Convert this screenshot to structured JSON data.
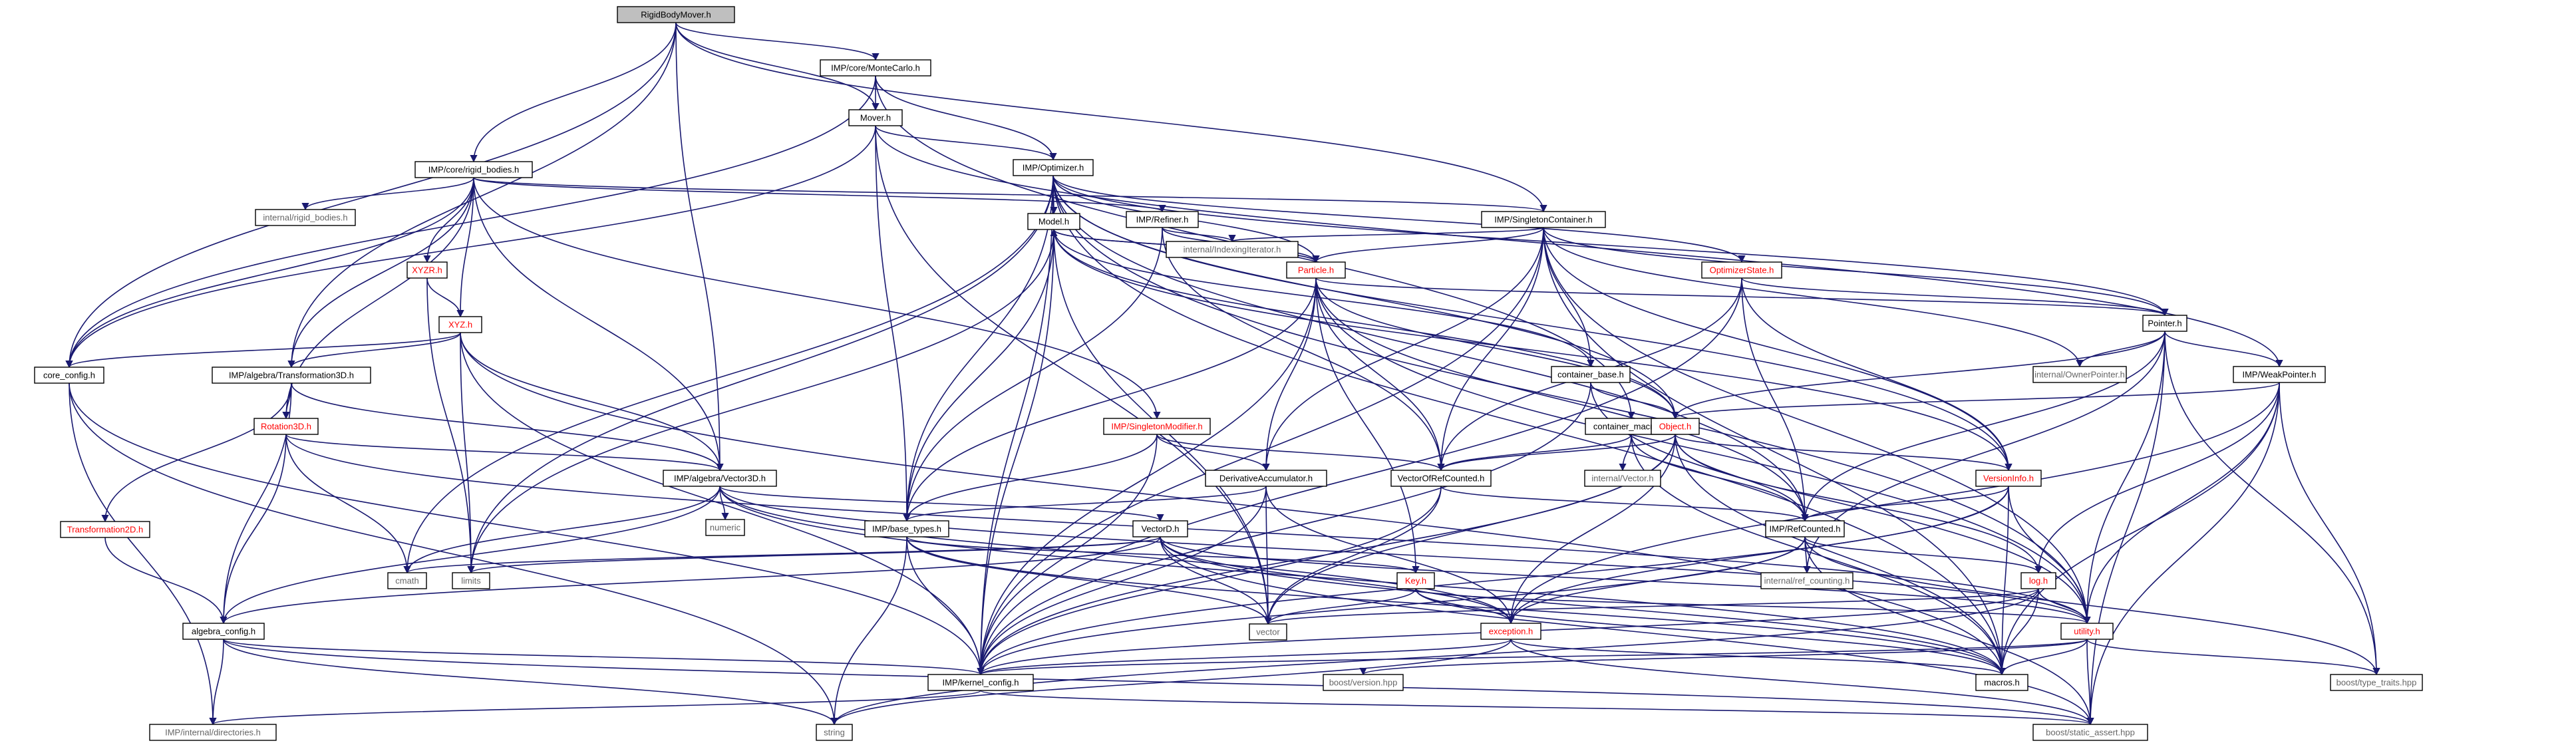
{
  "graph": {
    "colors": {
      "edge": "#191970",
      "root_fill": "#bfbfbf",
      "node_fill": "#ffffff",
      "text": "#000000",
      "red_text": "#ff0000",
      "external_border": "#bfbfbf",
      "external_text": "#666666"
    },
    "nodes": [
      {
        "id": "root",
        "label": "RigidBodyMover.h",
        "style": "root"
      },
      {
        "id": "montecarlo",
        "label": "IMP/core/MonteCarlo.h",
        "style": "normal"
      },
      {
        "id": "mover",
        "label": "Mover.h",
        "style": "normal"
      },
      {
        "id": "rigid_bodies",
        "label": "IMP/core/rigid_bodies.h",
        "style": "normal"
      },
      {
        "id": "optimizer",
        "label": "IMP/Optimizer.h",
        "style": "normal"
      },
      {
        "id": "internal_rigid",
        "label": "internal/rigid_bodies.h",
        "style": "external"
      },
      {
        "id": "xyzr",
        "label": "XYZR.h",
        "style": "red"
      },
      {
        "id": "xyz",
        "label": "XYZ.h",
        "style": "red"
      },
      {
        "id": "model",
        "label": "Model.h",
        "style": "normal"
      },
      {
        "id": "refiner",
        "label": "IMP/Refiner.h",
        "style": "normal"
      },
      {
        "id": "singleton_container",
        "label": "IMP/SingletonContainer.h",
        "style": "normal"
      },
      {
        "id": "indexing_iter",
        "label": "internal/IndexingIterator.h",
        "style": "external"
      },
      {
        "id": "particle",
        "label": "Particle.h",
        "style": "red"
      },
      {
        "id": "optimizer_state",
        "label": "OptimizerState.h",
        "style": "red"
      },
      {
        "id": "core_config",
        "label": "core_config.h",
        "style": "normal"
      },
      {
        "id": "transformation3d",
        "label": "IMP/algebra/Transformation3D.h",
        "style": "normal"
      },
      {
        "id": "rotation3d",
        "label": "Rotation3D.h",
        "style": "red"
      },
      {
        "id": "transformation2d",
        "label": "Transformation2D.h",
        "style": "red"
      },
      {
        "id": "algebra_config",
        "label": "algebra_config.h",
        "style": "normal"
      },
      {
        "id": "internal_directories",
        "label": "IMP/internal/directories.h",
        "style": "external"
      },
      {
        "id": "singleton_modifier",
        "label": "IMP/SingletonModifier.h",
        "style": "red"
      },
      {
        "id": "vector3d",
        "label": "IMP/algebra/Vector3D.h",
        "style": "normal"
      },
      {
        "id": "numeric",
        "label": "numeric",
        "style": "external"
      },
      {
        "id": "cmath",
        "label": "cmath",
        "style": "external"
      },
      {
        "id": "limits",
        "label": "limits",
        "style": "external"
      },
      {
        "id": "derivative_acc",
        "label": "DerivativeAccumulator.h",
        "style": "normal"
      },
      {
        "id": "base_types",
        "label": "IMP/base_types.h",
        "style": "normal"
      },
      {
        "id": "vectord",
        "label": "VectorD.h",
        "style": "normal"
      },
      {
        "id": "container_base",
        "label": "container_base.h",
        "style": "normal"
      },
      {
        "id": "container_macros",
        "label": "container_macros.h",
        "style": "normal"
      },
      {
        "id": "vector_of_refcounted",
        "label": "VectorOfRefCounted.h",
        "style": "normal"
      },
      {
        "id": "internal_vector",
        "label": "internal/Vector.h",
        "style": "external"
      },
      {
        "id": "object",
        "label": "Object.h",
        "style": "red"
      },
      {
        "id": "pointer",
        "label": "Pointer.h",
        "style": "normal"
      },
      {
        "id": "owner_pointer",
        "label": "internal/OwnerPointer.h",
        "style": "external"
      },
      {
        "id": "weak_pointer",
        "label": "IMP/WeakPointer.h",
        "style": "normal"
      },
      {
        "id": "version_info",
        "label": "VersionInfo.h",
        "style": "red"
      },
      {
        "id": "refcounted",
        "label": "IMP/RefCounted.h",
        "style": "normal"
      },
      {
        "id": "ref_counting",
        "label": "internal/ref_counting.h",
        "style": "external"
      },
      {
        "id": "key",
        "label": "Key.h",
        "style": "red"
      },
      {
        "id": "log",
        "label": "log.h",
        "style": "red"
      },
      {
        "id": "vector",
        "label": "vector",
        "style": "external"
      },
      {
        "id": "exception",
        "label": "exception.h",
        "style": "red"
      },
      {
        "id": "utility",
        "label": "utility.h",
        "style": "red"
      },
      {
        "id": "kernel_config",
        "label": "IMP/kernel_config.h",
        "style": "normal"
      },
      {
        "id": "boost_version",
        "label": "boost/version.hpp",
        "style": "external"
      },
      {
        "id": "macros",
        "label": "macros.h",
        "style": "normal"
      },
      {
        "id": "boost_type_traits",
        "label": "boost/type_traits.hpp",
        "style": "external"
      },
      {
        "id": "string",
        "label": "string",
        "style": "external"
      },
      {
        "id": "boost_static_assert",
        "label": "boost/static_assert.hpp",
        "style": "external"
      }
    ],
    "edges": [
      [
        "root",
        "montecarlo"
      ],
      [
        "root",
        "mover"
      ],
      [
        "root",
        "rigid_bodies"
      ],
      [
        "root",
        "core_config"
      ],
      [
        "root",
        "transformation3d"
      ],
      [
        "root",
        "vector3d"
      ],
      [
        "root",
        "singleton_container"
      ],
      [
        "montecarlo",
        "mover"
      ],
      [
        "montecarlo",
        "optimizer"
      ],
      [
        "montecarlo",
        "core_config"
      ],
      [
        "montecarlo",
        "container_macros"
      ],
      [
        "mover",
        "optimizer"
      ],
      [
        "mover",
        "core_config"
      ],
      [
        "mover",
        "base_types"
      ],
      [
        "mover",
        "vector"
      ],
      [
        "mover",
        "weak_pointer"
      ],
      [
        "rigid_bodies",
        "internal_rigid"
      ],
      [
        "rigid_bodies",
        "xyzr"
      ],
      [
        "rigid_bodies",
        "xyz"
      ],
      [
        "rigid_bodies",
        "refiner"
      ],
      [
        "rigid_bodies",
        "singleton_modifier"
      ],
      [
        "rigid_bodies",
        "transformation3d"
      ],
      [
        "rigid_bodies",
        "rotation3d"
      ],
      [
        "rigid_bodies",
        "vector3d"
      ],
      [
        "rigid_bodies",
        "core_config"
      ],
      [
        "rigid_bodies",
        "singleton_container"
      ],
      [
        "optimizer",
        "model"
      ],
      [
        "optimizer",
        "particle"
      ],
      [
        "optimizer",
        "optimizer_state"
      ],
      [
        "optimizer",
        "pointer"
      ],
      [
        "optimizer",
        "base_types"
      ],
      [
        "optimizer",
        "limits"
      ],
      [
        "optimizer",
        "cmath"
      ],
      [
        "optimizer",
        "kernel_config"
      ],
      [
        "optimizer",
        "version_info"
      ],
      [
        "optimizer",
        "object"
      ],
      [
        "optimizer",
        "refcounted"
      ],
      [
        "optimizer",
        "utility"
      ],
      [
        "optimizer",
        "macros"
      ],
      [
        "xyzr",
        "xyz"
      ],
      [
        "xyzr",
        "limits"
      ],
      [
        "xyz",
        "core_config"
      ],
      [
        "xyz",
        "vector3d"
      ],
      [
        "xyz",
        "transformation3d"
      ],
      [
        "xyz",
        "limits"
      ],
      [
        "xyz",
        "macros"
      ],
      [
        "xyz",
        "kernel_config"
      ],
      [
        "model",
        "particle"
      ],
      [
        "model",
        "base_types"
      ],
      [
        "model",
        "container_base"
      ],
      [
        "model",
        "object"
      ],
      [
        "model",
        "kernel_config"
      ],
      [
        "model",
        "limits"
      ],
      [
        "model",
        "version_info"
      ],
      [
        "model",
        "vector"
      ],
      [
        "refiner",
        "particle"
      ],
      [
        "refiner",
        "indexing_iter"
      ],
      [
        "refiner",
        "base_types"
      ],
      [
        "refiner",
        "vector_of_refcounted"
      ],
      [
        "singleton_container",
        "particle"
      ],
      [
        "singleton_container",
        "container_base"
      ],
      [
        "singleton_container",
        "derivative_acc"
      ],
      [
        "singleton_container",
        "vector_of_refcounted"
      ],
      [
        "singleton_container",
        "pointer"
      ],
      [
        "singleton_container",
        "indexing_iter"
      ],
      [
        "singleton_container",
        "owner_pointer"
      ],
      [
        "singleton_container",
        "version_info"
      ],
      [
        "singleton_container",
        "utility"
      ],
      [
        "singleton_container",
        "kernel_config"
      ],
      [
        "singleton_container",
        "macros"
      ],
      [
        "particle",
        "model"
      ],
      [
        "particle",
        "key"
      ],
      [
        "particle",
        "pointer"
      ],
      [
        "particle",
        "derivative_acc"
      ],
      [
        "particle",
        "vector_of_refcounted"
      ],
      [
        "particle",
        "object"
      ],
      [
        "particle",
        "base_types"
      ],
      [
        "particle",
        "utility"
      ],
      [
        "particle",
        "kernel_config"
      ],
      [
        "particle",
        "refcounted"
      ],
      [
        "optimizer_state",
        "pointer"
      ],
      [
        "optimizer_state",
        "version_info"
      ],
      [
        "optimizer_state",
        "vector_of_refcounted"
      ],
      [
        "optimizer_state",
        "refcounted"
      ],
      [
        "optimizer_state",
        "kernel_config"
      ],
      [
        "core_config",
        "kernel_config"
      ],
      [
        "core_config",
        "internal_directories"
      ],
      [
        "core_config",
        "string"
      ],
      [
        "transformation3d",
        "rotation3d"
      ],
      [
        "transformation3d",
        "transformation2d"
      ],
      [
        "transformation3d",
        "vector3d"
      ],
      [
        "transformation3d",
        "algebra_config"
      ],
      [
        "rotation3d",
        "vector3d"
      ],
      [
        "rotation3d",
        "algebra_config"
      ],
      [
        "rotation3d",
        "cmath"
      ],
      [
        "rotation3d",
        "utility"
      ],
      [
        "transformation2d",
        "algebra_config"
      ],
      [
        "algebra_config",
        "kernel_config"
      ],
      [
        "algebra_config",
        "internal_directories"
      ],
      [
        "algebra_config",
        "string"
      ],
      [
        "algebra_config",
        "boost_static_assert"
      ],
      [
        "singleton_modifier",
        "derivative_acc"
      ],
      [
        "singleton_modifier",
        "base_types"
      ],
      [
        "singleton_modifier",
        "vector_of_refcounted"
      ],
      [
        "singleton_modifier",
        "kernel_config"
      ],
      [
        "vector3d",
        "vectord"
      ],
      [
        "vector3d",
        "numeric"
      ],
      [
        "vector3d",
        "cmath"
      ],
      [
        "vector3d",
        "algebra_config"
      ],
      [
        "vector3d",
        "macros"
      ],
      [
        "vector3d",
        "exception"
      ],
      [
        "vector3d",
        "utility"
      ],
      [
        "derivative_acc",
        "base_types"
      ],
      [
        "derivative_acc",
        "exception"
      ],
      [
        "derivative_acc",
        "vector"
      ],
      [
        "derivative_acc",
        "kernel_config"
      ],
      [
        "base_types",
        "key"
      ],
      [
        "base_types",
        "vector"
      ],
      [
        "base_types",
        "string"
      ],
      [
        "base_types",
        "kernel_config"
      ],
      [
        "base_types",
        "macros"
      ],
      [
        "vectord",
        "cmath"
      ],
      [
        "vectord",
        "limits"
      ],
      [
        "vectord",
        "vector"
      ],
      [
        "vectord",
        "exception"
      ],
      [
        "vectord",
        "utility"
      ],
      [
        "vectord",
        "macros"
      ],
      [
        "vectord",
        "boost_static_assert"
      ],
      [
        "vectord",
        "algebra_config"
      ],
      [
        "container_base",
        "object"
      ],
      [
        "container_base",
        "utility"
      ],
      [
        "container_base",
        "kernel_config"
      ],
      [
        "container_macros",
        "internal_vector"
      ],
      [
        "container_macros",
        "vector_of_refcounted"
      ],
      [
        "container_macros",
        "refcounted"
      ],
      [
        "container_macros",
        "macros"
      ],
      [
        "vector_of_refcounted",
        "refcounted"
      ],
      [
        "vector_of_refcounted",
        "kernel_config"
      ],
      [
        "vector_of_refcounted",
        "vector"
      ],
      [
        "object",
        "version_info"
      ],
      [
        "object",
        "refcounted"
      ],
      [
        "object",
        "log"
      ],
      [
        "object",
        "exception"
      ],
      [
        "object",
        "macros"
      ],
      [
        "object",
        "vector_of_refcounted"
      ],
      [
        "object",
        "vector"
      ],
      [
        "object",
        "kernel_config"
      ],
      [
        "pointer",
        "object"
      ],
      [
        "pointer",
        "owner_pointer"
      ],
      [
        "pointer",
        "weak_pointer"
      ],
      [
        "pointer",
        "refcounted"
      ],
      [
        "pointer",
        "utility"
      ],
      [
        "pointer",
        "boost_type_traits"
      ],
      [
        "pointer",
        "boost_static_assert"
      ],
      [
        "pointer",
        "ref_counting"
      ],
      [
        "weak_pointer",
        "object"
      ],
      [
        "weak_pointer",
        "utility"
      ],
      [
        "weak_pointer",
        "log"
      ],
      [
        "weak_pointer",
        "macros"
      ],
      [
        "weak_pointer",
        "boost_type_traits"
      ],
      [
        "weak_pointer",
        "boost_static_assert"
      ],
      [
        "weak_pointer",
        "exception"
      ],
      [
        "version_info",
        "refcounted"
      ],
      [
        "version_info",
        "utility"
      ],
      [
        "version_info",
        "exception"
      ],
      [
        "version_info",
        "kernel_config"
      ],
      [
        "version_info",
        "macros"
      ],
      [
        "refcounted",
        "ref_counting"
      ],
      [
        "refcounted",
        "log"
      ],
      [
        "refcounted",
        "exception"
      ],
      [
        "refcounted",
        "kernel_config"
      ],
      [
        "refcounted",
        "boost_type_traits"
      ],
      [
        "refcounted",
        "boost_static_assert"
      ],
      [
        "key",
        "exception"
      ],
      [
        "key",
        "vector"
      ],
      [
        "key",
        "utility"
      ],
      [
        "key",
        "macros"
      ],
      [
        "log",
        "utility"
      ],
      [
        "log",
        "macros"
      ],
      [
        "log",
        "vector"
      ],
      [
        "log",
        "string"
      ],
      [
        "log",
        "kernel_config"
      ],
      [
        "exception",
        "kernel_config"
      ],
      [
        "exception",
        "string"
      ],
      [
        "exception",
        "boost_static_assert"
      ],
      [
        "exception",
        "macros"
      ],
      [
        "utility",
        "kernel_config"
      ],
      [
        "utility",
        "boost_version"
      ],
      [
        "utility",
        "macros"
      ],
      [
        "utility",
        "boost_type_traits"
      ],
      [
        "utility",
        "boost_static_assert"
      ],
      [
        "kernel_config",
        "internal_directories"
      ],
      [
        "kernel_config",
        "boost_static_assert"
      ]
    ]
  }
}
